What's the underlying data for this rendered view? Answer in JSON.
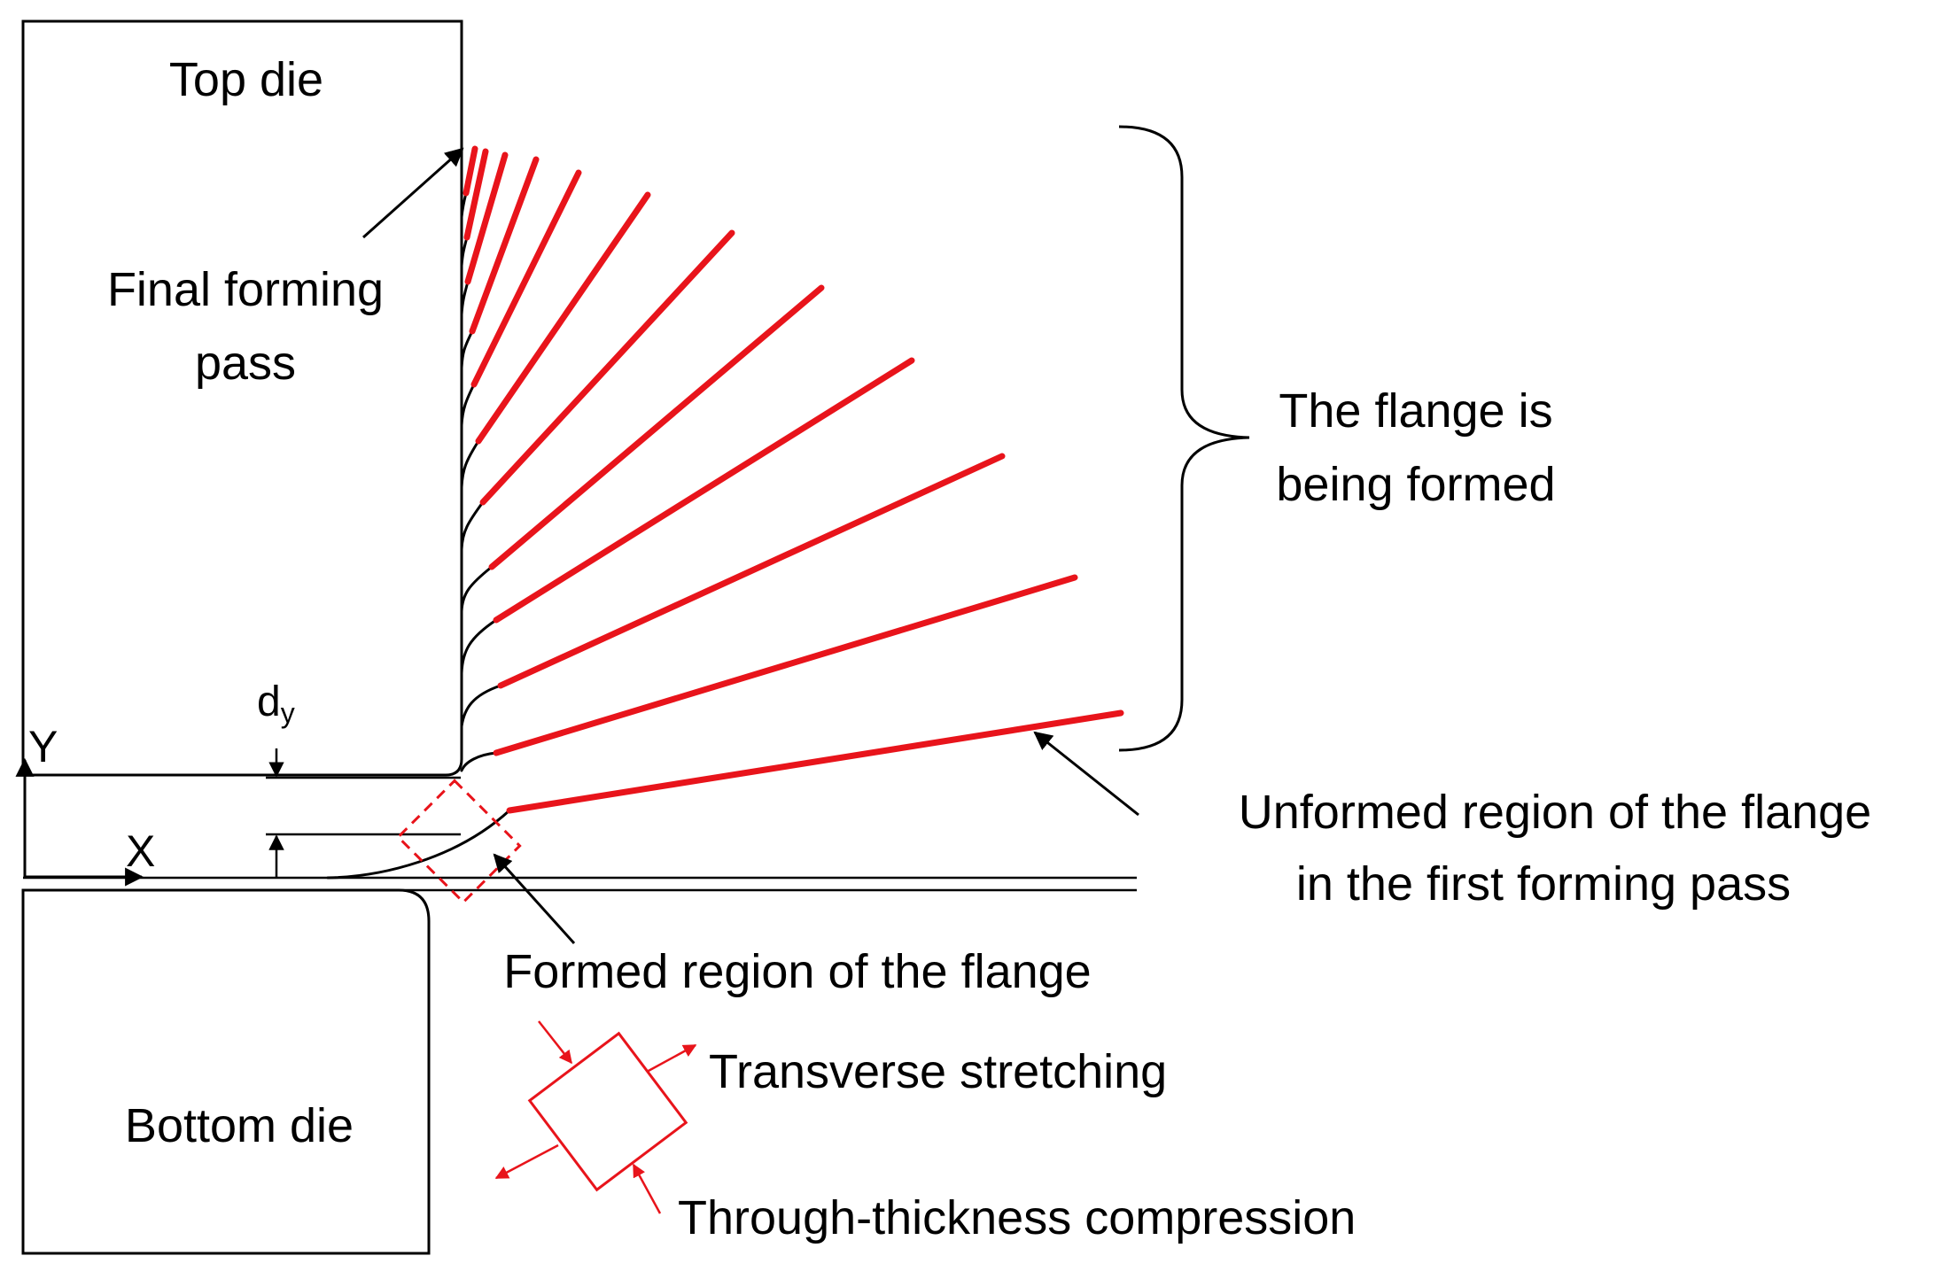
{
  "labels": {
    "top_die": "Top die",
    "bottom_die": "Bottom die",
    "final_forming_pass_line1": "Final forming",
    "final_forming_pass_line2": "pass",
    "flange_being_formed_line1": "The flange is",
    "flange_being_formed_line2": "being formed",
    "unformed_region_line1": "Unformed region of the flange",
    "unformed_region_line2": "in the first forming pass",
    "formed_region": "Formed region of the flange",
    "transverse_stretching": "Transverse stretching",
    "through_thickness_compression": "Through-thickness compression",
    "axis_x": "X",
    "axis_y": "Y",
    "dy_main": "d",
    "dy_sub": "y"
  },
  "colors": {
    "unformed_flange": "#e8141b",
    "formed_flange": "#000000",
    "formed_region_box": "#e8141b",
    "outline": "#000000"
  }
}
